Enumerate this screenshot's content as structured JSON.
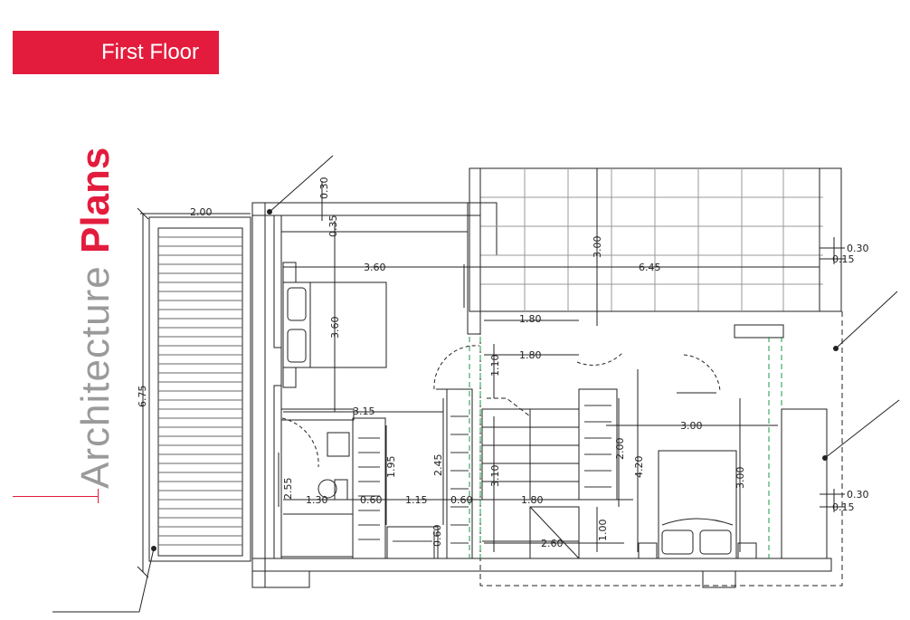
{
  "header": {
    "floor_label": "First Floor"
  },
  "side_title": {
    "light": "Architecture ",
    "bold": "Plans"
  },
  "dimensions": {
    "d_2_00": "2.00",
    "d_6_75": "6.75",
    "d_0_30_top": "0.30",
    "d_0_35": "0.35",
    "d_3_60_h": "3.60",
    "d_3_60_v": "3.60",
    "d_6_45": "6.45",
    "d_3_00_terrace": "3.00",
    "d_0_30_right_top": "0.30",
    "d_0_15_right_top": "0.15",
    "d_1_80_a": "1.80",
    "d_1_80_b": "1.80",
    "d_1_10": "1.10",
    "d_3_15": "3.15",
    "d_1_95": "1.95",
    "d_2_45": "2.45",
    "d_3_10": "3.10",
    "d_2_00_wardrobe": "2.00",
    "d_4_20": "4.20",
    "d_3_00_bed_h": "3.00",
    "d_3_00_bed_v": "3.00",
    "d_2_55": "2.55",
    "d_1_30": "1.30",
    "d_0_60_a": "0.60",
    "d_1_15": "1.15",
    "d_0_60_b": "0.60",
    "d_1_80_c": "1.80",
    "d_0_60_c": "0.60",
    "d_2_60": "2.60",
    "d_1_00": "1.00",
    "d_0_30_right_bot": "0.30",
    "d_0_15_right_bot": "0.15"
  }
}
